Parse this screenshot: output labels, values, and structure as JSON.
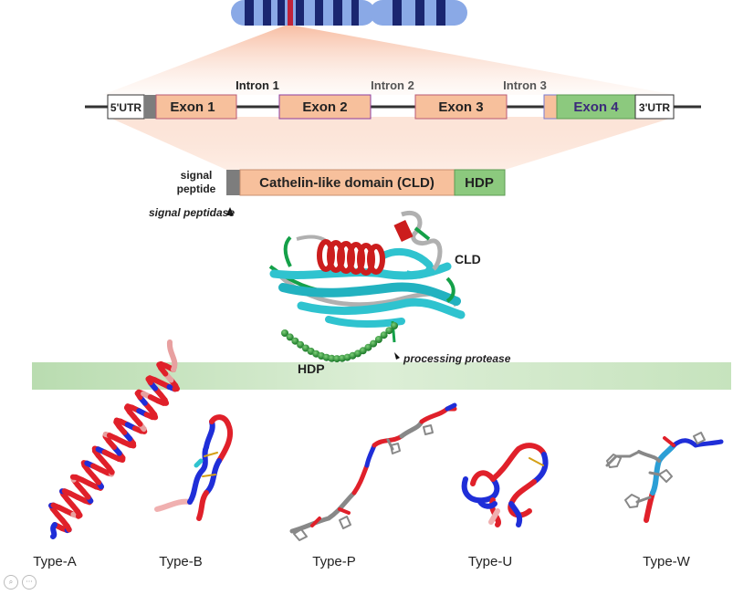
{
  "gene": {
    "utr5": "5'UTR",
    "utr3": "3'UTR",
    "exons": [
      "Exon 1",
      "Exon 2",
      "Exon 3",
      "Exon 4"
    ],
    "introns": [
      "Intron 1",
      "Intron 2",
      "Intron 3"
    ]
  },
  "protein": {
    "signal_label": "signal\npeptide",
    "cld_label": "Cathelin-like domain (CLD)",
    "hdp_label": "HDP",
    "signal_peptidase": "signal peptidase"
  },
  "structure": {
    "cld": "CLD",
    "hdp": "HDP",
    "processing_protease": "processing protease"
  },
  "types": [
    "Type-A",
    "Type-B",
    "Type-P",
    "Type-U",
    "Type-W"
  ],
  "colors": {
    "exon": "#f7c09c",
    "hdp": "#8cc97e",
    "helix": "#cc1d1d",
    "sheet": "#2fc3cf",
    "residue_red": "#e0202a",
    "residue_blue": "#1f2ed8",
    "chromosome": "#8aa9e6",
    "band": "#1a2670"
  }
}
